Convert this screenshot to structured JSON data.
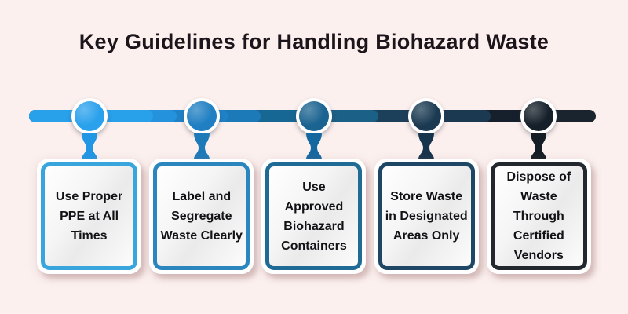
{
  "title": "Key Guidelines for Handling Biohazard Waste",
  "colors": {
    "background": "#fbf0ee",
    "title_text": "#1c151b"
  },
  "timeline": {
    "base_color": "#1a242e",
    "layer_colors": [
      "#16202c",
      "#1b3a52",
      "#1c3f5a",
      "#1b6086",
      "#176795",
      "#1d7ab9",
      "#1f82c8",
      "#2492dc",
      "#29a0ea"
    ]
  },
  "steps": [
    {
      "label": "Use Proper PPE at All Times",
      "circle_color": "#2aa1ec",
      "stem_color": "#2196e4",
      "border_color": "#39a5dd"
    },
    {
      "label": "Label and Segregate Waste Clearly",
      "circle_color": "#1f7fc2",
      "stem_color": "#1d7ab9",
      "border_color": "#2b86bf"
    },
    {
      "label": "Use Approved Biohazard Containers",
      "circle_color": "#1b6390",
      "stem_color": "#15689f",
      "border_color": "#206b95"
    },
    {
      "label": "Store Waste in Designated Areas Only",
      "circle_color": "#1b3a52",
      "stem_color": "#16344c",
      "border_color": "#1d4764"
    },
    {
      "label": "Dispose of Waste Through Certified Vendors",
      "circle_color": "#151f29",
      "stem_color": "#141c25",
      "border_color": "#23282e"
    }
  ]
}
